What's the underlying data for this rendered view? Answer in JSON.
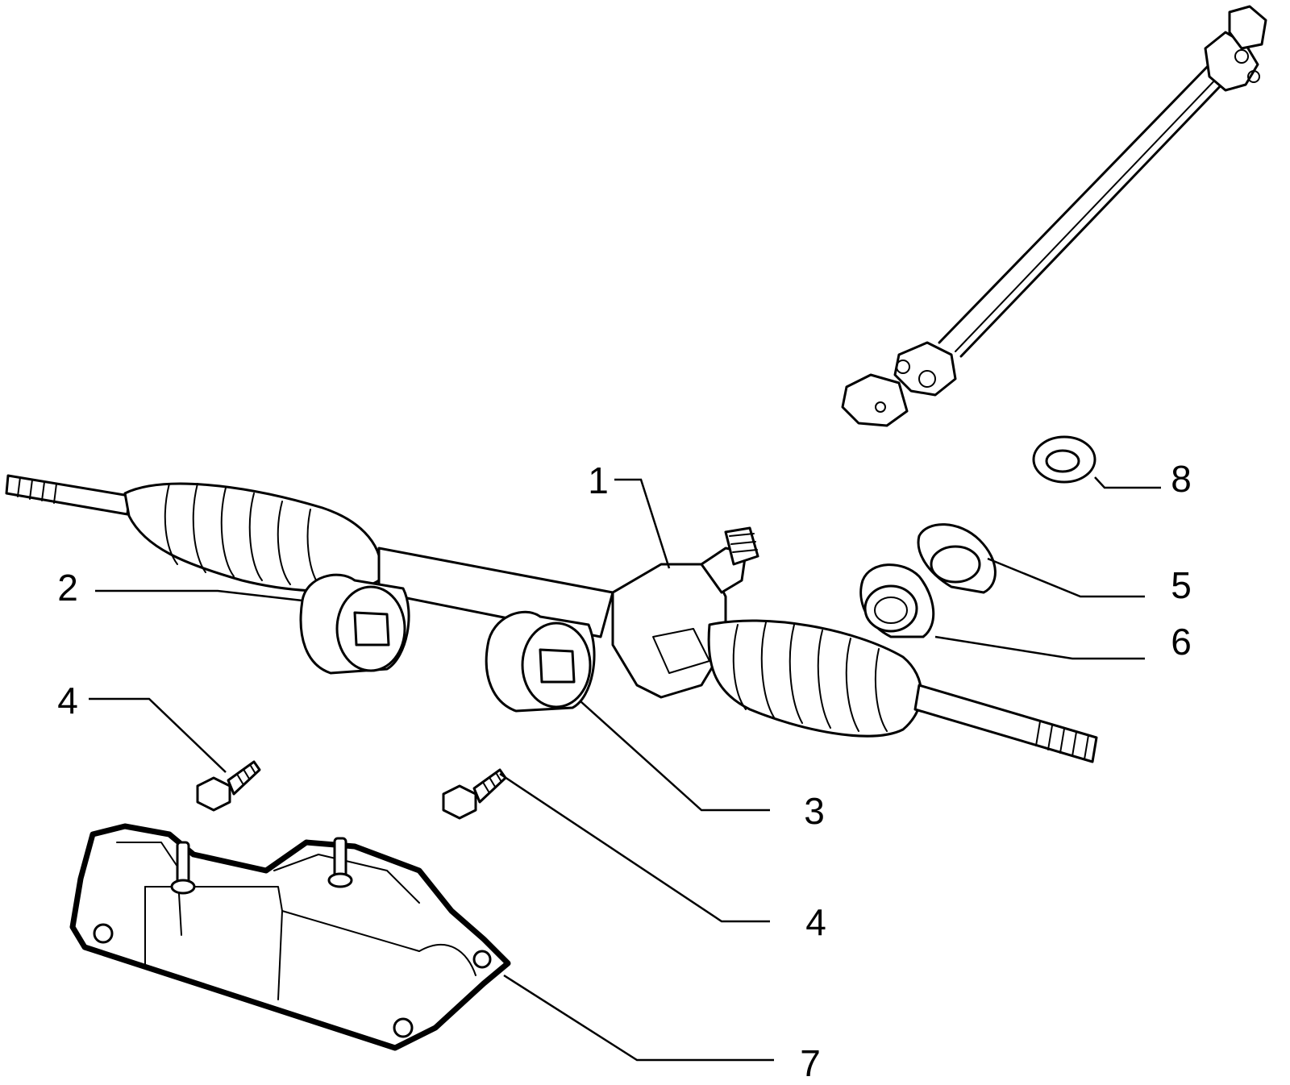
{
  "diagram": {
    "callouts": [
      {
        "id": "c1",
        "label": "1"
      },
      {
        "id": "c2",
        "label": "2"
      },
      {
        "id": "c3",
        "label": "3"
      },
      {
        "id": "c4a",
        "label": "4"
      },
      {
        "id": "c4b",
        "label": "4"
      },
      {
        "id": "c5",
        "label": "5"
      },
      {
        "id": "c6",
        "label": "6"
      },
      {
        "id": "c7",
        "label": "7"
      },
      {
        "id": "c8",
        "label": "8"
      }
    ],
    "colors": {
      "ink": "#000000",
      "paper": "#ffffff"
    }
  }
}
